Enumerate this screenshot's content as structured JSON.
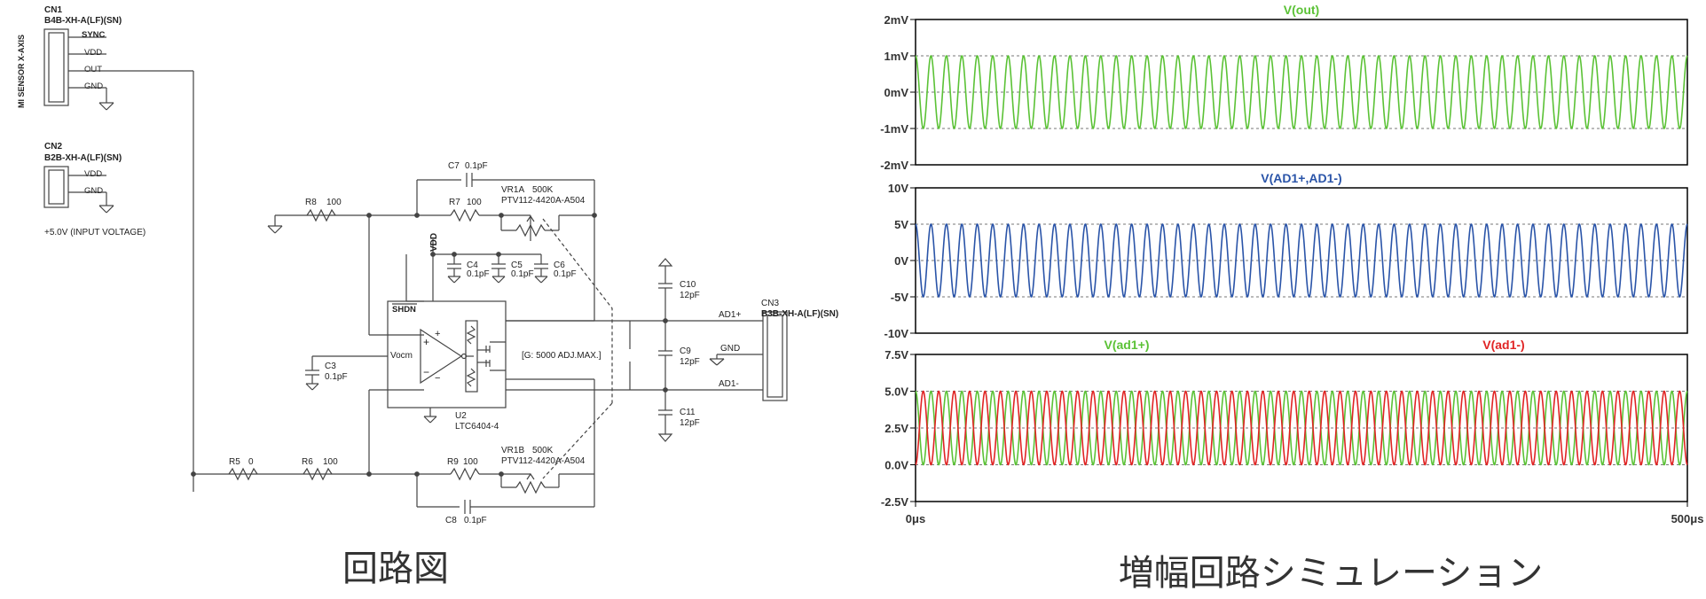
{
  "schematic": {
    "caption": "回路図",
    "sensor_label": "MI SENSOR X-AXIS",
    "cn1": {
      "ref": "CN1",
      "part": "B4B-XH-A(LF)(SN)",
      "pins": [
        "SYNC",
        "VDD",
        "OUT",
        "GND"
      ]
    },
    "cn2": {
      "ref": "CN2",
      "part": "B2B-XH-A(LF)(SN)",
      "pins": [
        "VDD",
        "GND"
      ]
    },
    "input_voltage": "+5.0V (INPUT VOLTAGE)",
    "r8": {
      "ref": "R8",
      "val": "100"
    },
    "r7": {
      "ref": "R7",
      "val": "100"
    },
    "r5": {
      "ref": "R5",
      "val": "0"
    },
    "r6": {
      "ref": "R6",
      "val": "100"
    },
    "r9": {
      "ref": "R9",
      "val": "100"
    },
    "c7": {
      "ref": "C7",
      "val": "0.1pF"
    },
    "c8": {
      "ref": "C8",
      "val": "0.1pF"
    },
    "c3": {
      "ref": "C3",
      "val": "0.1pF"
    },
    "c4": {
      "ref": "C4",
      "val": "0.1pF"
    },
    "c5": {
      "ref": "C5",
      "val": "0.1pF"
    },
    "c6": {
      "ref": "C6",
      "val": "0.1pF"
    },
    "c9": {
      "ref": "C9",
      "val": "12pF"
    },
    "c10": {
      "ref": "C10",
      "val": "12pF"
    },
    "c11": {
      "ref": "C11",
      "val": "12pF"
    },
    "vr1a": {
      "ref": "VR1A",
      "val": "500K",
      "part": "PTV112-4420A-A504"
    },
    "vr1b": {
      "ref": "VR1B",
      "val": "500K",
      "part": "PTV112-4420A-A504"
    },
    "u2": {
      "ref": "U2",
      "part": "LTC6404-4"
    },
    "vdd": "VDD",
    "shdn": "SHDN",
    "vocm": "Vocm",
    "plus": "+",
    "minus": "−",
    "gain_note": "[G: 5000 ADJ.MAX.]",
    "ad1p": "AD1+",
    "ad1m": "AD1-",
    "gnd": "GND",
    "cn3": {
      "ref": "CN3",
      "part": "B3B-XH-A(LF)(SN)"
    }
  },
  "simulation": {
    "caption": "増幅回路シミュレーション",
    "x_start_label": "0μs",
    "x_end_label": "500μs"
  },
  "chart_data": [
    {
      "type": "line",
      "title": "V(out)",
      "ylim": [
        -2,
        2
      ],
      "yticks": [
        2,
        1,
        0,
        -1,
        -2
      ],
      "ytick_labels": [
        "2mV",
        "1mV",
        "0mV",
        "-1mV",
        "-2mV"
      ],
      "xlim": [
        0,
        500
      ],
      "series": [
        {
          "name": "V(out)",
          "color": "#5bc236",
          "amplitude": 1.0,
          "offset": 0,
          "cycles": 50,
          "phase_deg": 90
        }
      ]
    },
    {
      "type": "line",
      "title": "V(AD1+,AD1-)",
      "ylim": [
        -10,
        10
      ],
      "yticks": [
        10,
        5,
        0,
        -5,
        -10
      ],
      "ytick_labels": [
        "10V",
        "5V",
        "0V",
        "-5V",
        "-10V"
      ],
      "xlim": [
        0,
        500
      ],
      "series": [
        {
          "name": "V(AD1+,AD1-)",
          "color": "#2a54a8",
          "amplitude": 5.0,
          "offset": 0,
          "cycles": 50,
          "phase_deg": 90
        }
      ]
    },
    {
      "type": "line",
      "ylim": [
        -2.5,
        7.5
      ],
      "yticks": [
        7.5,
        5.0,
        2.5,
        0.0,
        -2.5
      ],
      "ytick_labels": [
        "7.5V",
        "5.0V",
        "2.5V",
        "0.0V",
        "-2.5V"
      ],
      "xlim": [
        0,
        500
      ],
      "series": [
        {
          "name": "V(ad1+)",
          "color": "#5bc236",
          "amplitude": 2.5,
          "offset": 2.5,
          "cycles": 50,
          "phase_deg": 90
        },
        {
          "name": "V(ad1-)",
          "color": "#e02424",
          "amplitude": 2.5,
          "offset": 2.5,
          "cycles": 50,
          "phase_deg": 270
        }
      ]
    }
  ]
}
